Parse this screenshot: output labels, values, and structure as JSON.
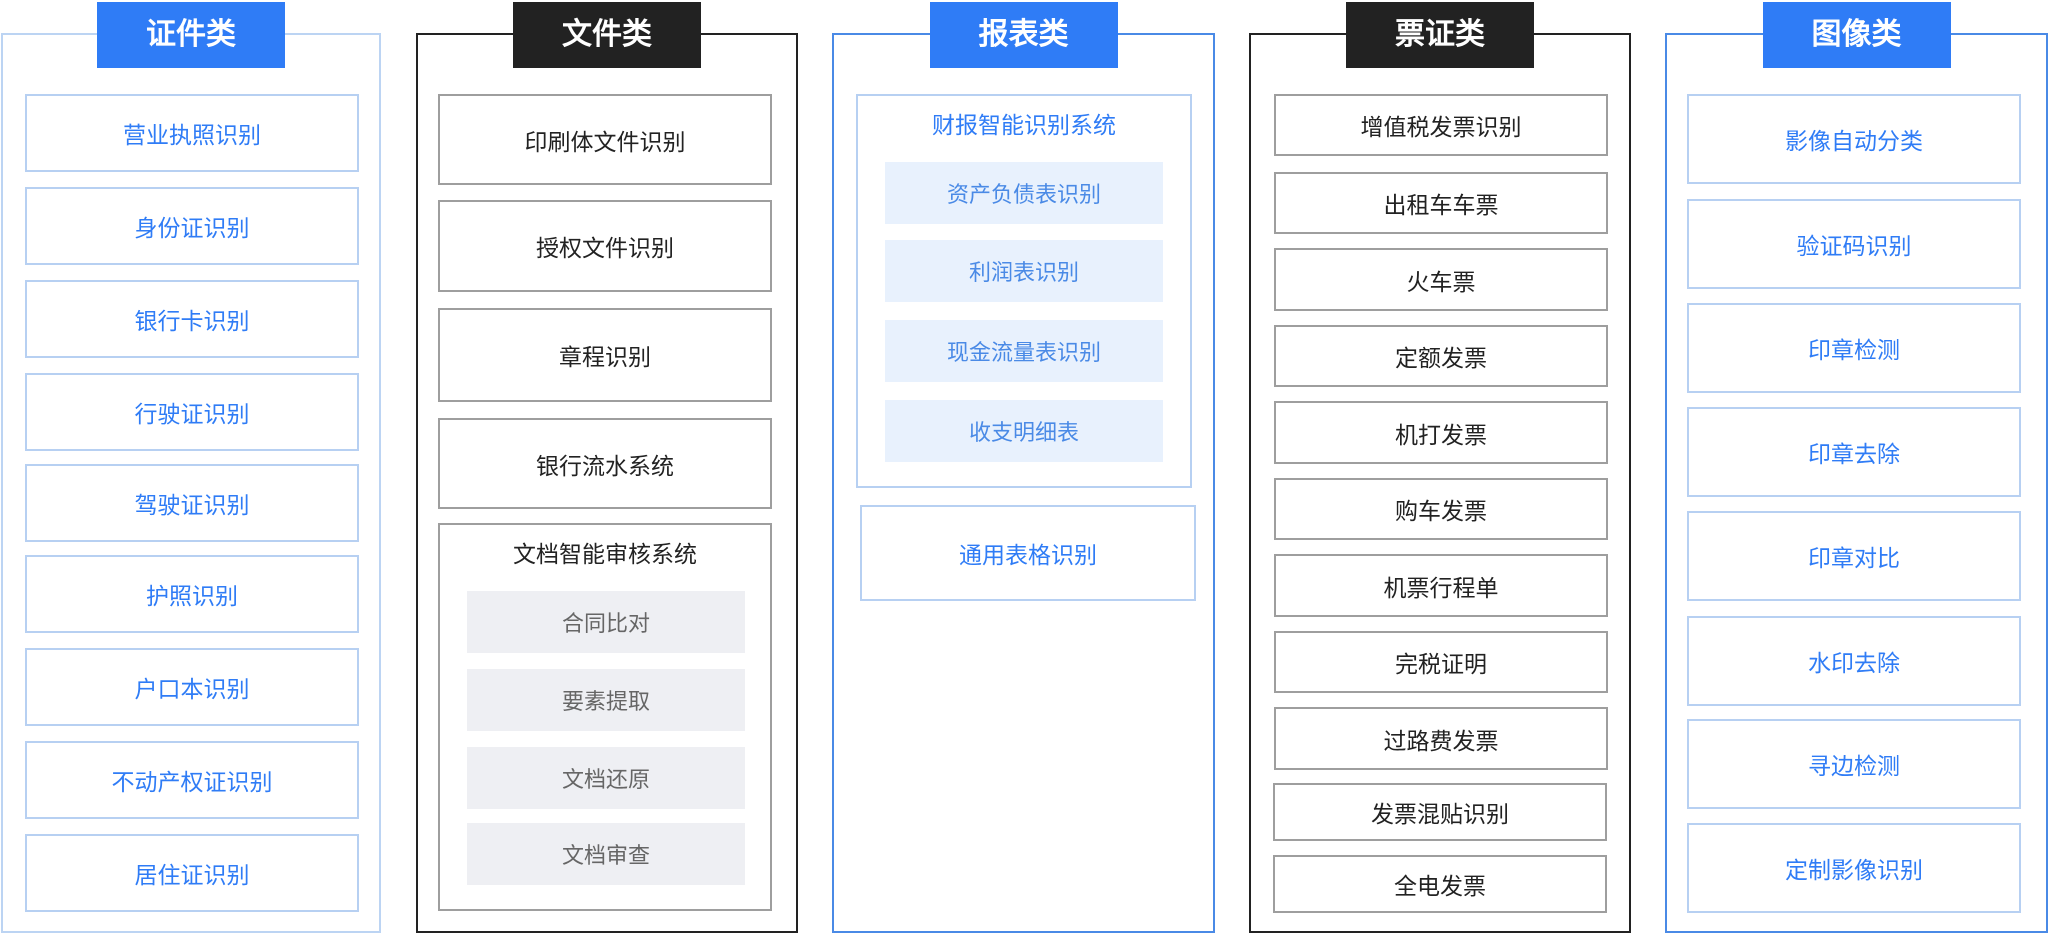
{
  "columns": {
    "id_docs": {
      "title": "证件类",
      "items": [
        "营业执照识别",
        "身份证识别",
        "银行卡识别",
        "行驶证识别",
        "驾驶证识别",
        "护照识别",
        "户口本识别",
        "不动产权证识别",
        "居住证识别"
      ]
    },
    "files": {
      "title": "文件类",
      "items": [
        "印刷体文件识别",
        "授权文件识别",
        "章程识别",
        "银行流水系统"
      ],
      "group": {
        "title": "文档智能审核系统",
        "items": [
          "合同比对",
          "要素提取",
          "文档还原",
          "文档审查"
        ]
      }
    },
    "reports": {
      "title": "报表类",
      "group": {
        "title": "财报智能识别系统",
        "items": [
          "资产负债表识别",
          "利润表识别",
          "现金流量表识别",
          "收支明细表"
        ]
      },
      "items": [
        "通用表格识别"
      ]
    },
    "invoices": {
      "title": "票证类",
      "items": [
        "增值税发票识别",
        "出租车车票",
        "火车票",
        "定额发票",
        "机打发票",
        "购车发票",
        "机票行程单",
        "完税证明",
        "过路费发票",
        "发票混贴识别",
        "全电发票"
      ]
    },
    "images": {
      "title": "图像类",
      "items": [
        "影像自动分类",
        "验证码识别",
        "印章检测",
        "印章去除",
        "印章对比",
        "水印去除",
        "寻边检测",
        "定制影像识别"
      ]
    }
  },
  "colors": {
    "accent_blue": "#2f7cf6",
    "dark": "#222222",
    "light_blue_border": "#b7d0f2",
    "gray_fill": "#eeeff3",
    "blue_fill": "#e8f1fd"
  }
}
